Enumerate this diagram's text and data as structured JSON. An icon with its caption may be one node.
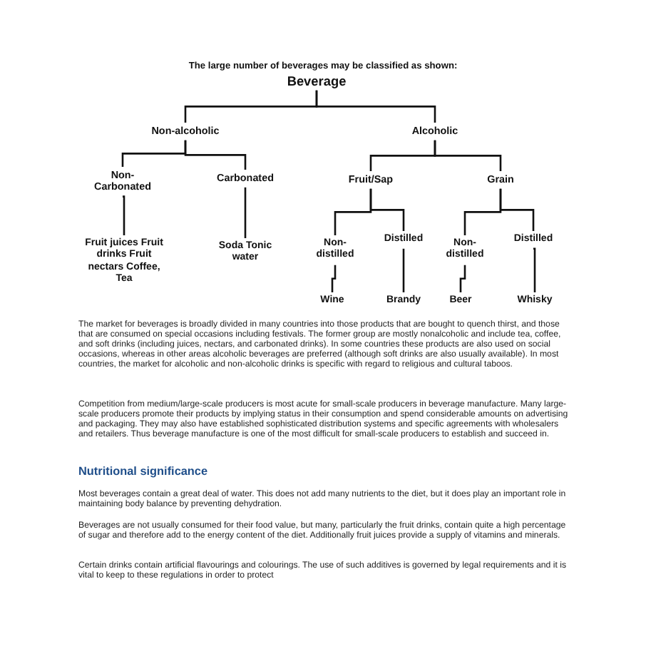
{
  "diagram": {
    "title": "The large number of beverages may be classified as shown:",
    "nodes": [
      {
        "text": [
          "Beverage"
        ]
      },
      {
        "text": [
          "Non-alcoholic"
        ]
      },
      {
        "text": [
          "Alcoholic"
        ]
      },
      {
        "text": [
          "Non-Carbonated"
        ]
      },
      {
        "text": [
          "Carbonated"
        ]
      },
      {
        "text": [
          "Fruit/Sap"
        ]
      },
      {
        "text": [
          "Grain"
        ]
      },
      {
        "text": [
          "Fruit juices Fruit drinks Fruit nectars Coffee, Tea"
        ]
      },
      {
        "text": [
          "Soda Tonic water"
        ]
      },
      {
        "text": [
          "Non-distilled"
        ]
      },
      {
        "text": [
          "Distilled"
        ]
      },
      {
        "text": [
          "Non-distilled"
        ]
      },
      {
        "text": [
          "Distilled"
        ]
      },
      {
        "text": [
          "Wine"
        ]
      },
      {
        "text": [
          "Brandy"
        ]
      },
      {
        "text": [
          "Beer"
        ]
      },
      {
        "text": [
          "Whisky"
        ]
      }
    ],
    "edges": [
      {
        "from": 0,
        "to": 1,
        "arrow": "none"
      },
      {
        "from": 0,
        "to": 2,
        "arrow": "none"
      },
      {
        "from": 1,
        "to": 3,
        "arrow": "none"
      },
      {
        "from": 1,
        "to": 4,
        "arrow": "none"
      },
      {
        "from": 2,
        "to": 5,
        "arrow": "none"
      },
      {
        "from": 2,
        "to": 6,
        "arrow": "none"
      },
      {
        "from": 3,
        "to": 7,
        "arrow": "none"
      },
      {
        "from": 4,
        "to": 8,
        "arrow": "none"
      },
      {
        "from": 5,
        "to": 9,
        "arrow": "none"
      },
      {
        "from": 5,
        "to": 10,
        "arrow": "none"
      },
      {
        "from": 6,
        "to": 11,
        "arrow": "none"
      },
      {
        "from": 6,
        "to": 12,
        "arrow": "none"
      },
      {
        "from": 9,
        "to": 13,
        "arrow": "none"
      },
      {
        "from": 10,
        "to": 14,
        "arrow": "none"
      },
      {
        "from": 11,
        "to": 15,
        "arrow": "none"
      },
      {
        "from": 12,
        "to": 16,
        "arrow": "none"
      }
    ],
    "labels": [
      "The market for beverages is broadly divided in many countries into those products that are bought to quench thirst, and those that are consumed on special occasions including festivals. The former group are mostly nonalcoholic and include tea, coffee, and soft drinks (including juices, nectars, and carbonated drinks). In some countries these products are also used on social occasions, whereas in other areas alcoholic beverages are preferred (although soft drinks are also usually available). In most countries, the market for alcoholic and non-alcoholic drinks is specific with regard to religious and cultural taboos.",
      "Competition from medium/large-scale producers is most acute for small-scale producers in beverage manufacture. Many large-scale producers promote their products by implying status in their consumption and spend considerable amounts on advertising and packaging. They may also have established sophisticated distribution systems and specific agreements with wholesalers and retailers. Thus beverage manufacture is one of the most difficult for small-scale producers to establish and succeed in.",
      "Nutritional significance",
      "Most beverages contain a great deal of water. This does not add many nutrients to the diet, but it does play an important role in maintaining body balance by preventing dehydration.",
      "Beverages are not usually consumed for their food value, but many, particularly the fruit drinks, contain quite a high percentage of sugar and therefore add to the energy content of the diet. Additionally fruit juices provide a supply of vitamins and minerals.",
      "Certain drinks contain artificial flavourings and colourings. The use of such additives is governed by legal requirements and it is vital to keep to these regulations in order to protect"
    ]
  }
}
